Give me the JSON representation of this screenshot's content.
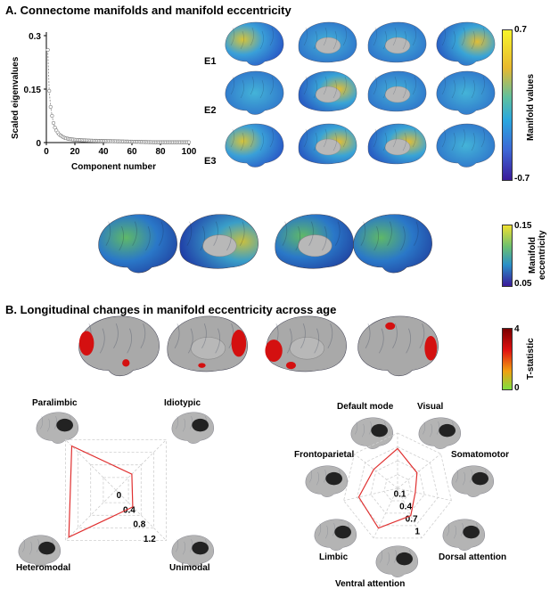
{
  "panel_a": {
    "title": "A. Connectome manifolds and manifold eccentricity",
    "row_labels": [
      "E1",
      "E2",
      "E3"
    ],
    "colorbar_manifold": {
      "label": "Manifold values",
      "max": "0.7",
      "min": "-0.7"
    },
    "colorbar_ecc": {
      "label_line1": "Manifold",
      "label_line2": "eccentricity",
      "max": "0.15",
      "min": "0.05"
    }
  },
  "panel_b": {
    "title": "B. Longitudinal changes in manifold eccentricity across age",
    "colorbar_t": {
      "label": "T-statistic",
      "max": "4",
      "min": "0"
    }
  },
  "chart_data": [
    {
      "type": "line",
      "xlabel": "Component number",
      "ylabel": "Scaled eigenvalues",
      "xticks": [
        "0",
        "20",
        "40",
        "60",
        "80",
        "100"
      ],
      "yticks": [
        "0",
        "0.15",
        "0.3"
      ],
      "xlim": [
        0,
        100
      ],
      "ylim": [
        0,
        0.3
      ],
      "x": [
        1,
        2,
        3,
        4,
        5,
        6,
        7,
        8,
        9,
        10,
        11,
        12,
        13,
        14,
        15,
        16,
        17,
        18,
        19,
        20,
        21,
        22,
        23,
        24,
        25,
        26,
        27,
        28,
        29,
        30,
        31,
        32,
        33,
        34,
        35,
        36,
        37,
        38,
        39,
        40,
        41,
        42,
        43,
        44,
        45,
        46,
        47,
        48,
        49,
        50,
        51,
        52,
        53,
        54,
        55,
        56,
        57,
        58,
        59,
        60,
        61,
        62,
        63,
        64,
        65,
        66,
        67,
        68,
        69,
        70,
        71,
        72,
        73,
        74,
        75,
        76,
        77,
        78,
        79,
        80,
        81,
        82,
        83,
        84,
        85,
        86,
        87,
        88,
        89,
        90,
        91,
        92,
        93,
        94,
        95,
        96,
        97,
        98,
        99,
        100
      ],
      "y": [
        0.26,
        0.145,
        0.1,
        0.075,
        0.055,
        0.042,
        0.034,
        0.028,
        0.023,
        0.02,
        0.017,
        0.015,
        0.013,
        0.012,
        0.011,
        0.01,
        0.0095,
        0.009,
        0.0085,
        0.008,
        0.0077,
        0.0074,
        0.0071,
        0.0068,
        0.0066,
        0.0064,
        0.0062,
        0.006,
        0.0058,
        0.0057,
        0.0055,
        0.0054,
        0.0052,
        0.0051,
        0.005,
        0.0049,
        0.0048,
        0.0047,
        0.0046,
        0.0045,
        0.0044,
        0.0043,
        0.0042,
        0.0041,
        0.004,
        0.0039,
        0.0038,
        0.0037,
        0.0036,
        0.0035,
        0.0034,
        0.0033,
        0.0032,
        0.0031,
        0.003,
        0.0029,
        0.0028,
        0.0027,
        0.0026,
        0.0025,
        0.0024,
        0.0023,
        0.0022,
        0.0021,
        0.002,
        0.0019,
        0.0018,
        0.0017,
        0.0016,
        0.0015,
        0.0014,
        0.0013,
        0.0012,
        0.0011,
        0.001,
        0.001,
        0.001,
        0.001,
        0.001,
        0.001,
        0.001,
        0.001,
        0.001,
        0.001,
        0.001,
        0.001,
        0.001,
        0.001,
        0.001,
        0.001,
        0.001,
        0.001,
        0.001,
        0.001,
        0.001,
        0.001,
        0.001,
        0.001,
        0.001,
        0.001
      ]
    },
    {
      "type": "radar",
      "axes": [
        "Paralimbic",
        "Idiotypic",
        "Unimodal",
        "Heteromodal"
      ],
      "ring_labels": [
        "0",
        "0.4",
        "0.8",
        "1.2"
      ],
      "rmax": 1.2,
      "values": [
        1.05,
        0.38,
        0.4,
        1.12
      ],
      "line_color": "#e03030"
    },
    {
      "type": "radar",
      "axes": [
        "Visual",
        "Somatomotor",
        "Dorsal attention",
        "Ventral attention",
        "Limbic",
        "Frontoparietal",
        "Default mode"
      ],
      "ring_labels": [
        "0.1",
        "0.4",
        "0.7",
        "1"
      ],
      "rmax": 1.0,
      "values": [
        0.72,
        0.45,
        0.33,
        0.55,
        0.8,
        0.72,
        0.55
      ],
      "line_color": "#e03030"
    }
  ]
}
